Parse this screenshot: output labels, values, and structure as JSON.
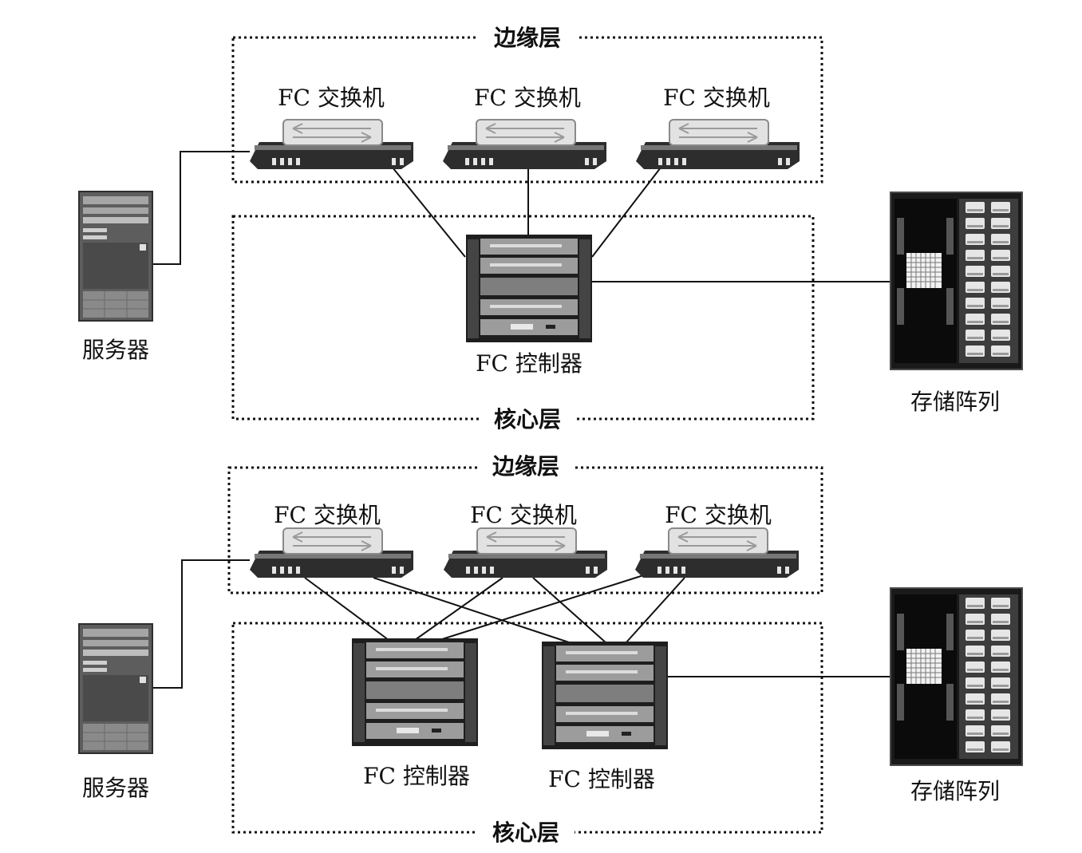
{
  "diagrams": [
    {
      "edge_layer_label": "边缘层",
      "core_layer_label": "核心层",
      "switches": [
        {
          "label": "FC 交换机"
        },
        {
          "label": "FC 交换机"
        },
        {
          "label": "FC 交换机"
        }
      ],
      "controllers": [
        {
          "label": "FC 控制器"
        }
      ],
      "server_label": "服务器",
      "storage_label": "存储阵列"
    },
    {
      "edge_layer_label": "边缘层",
      "core_layer_label": "核心层",
      "switches": [
        {
          "label": "FC 交换机"
        },
        {
          "label": "FC 交换机"
        },
        {
          "label": "FC 交换机"
        }
      ],
      "controllers": [
        {
          "label": "FC 控制器"
        },
        {
          "label": "FC 控制器"
        }
      ],
      "server_label": "服务器",
      "storage_label": "存储阵列"
    }
  ],
  "colors": {
    "line": "#111111",
    "device_dark": "#2a2a2a",
    "device_mid": "#6f6f6f",
    "device_light": "#d8d8d8"
  }
}
